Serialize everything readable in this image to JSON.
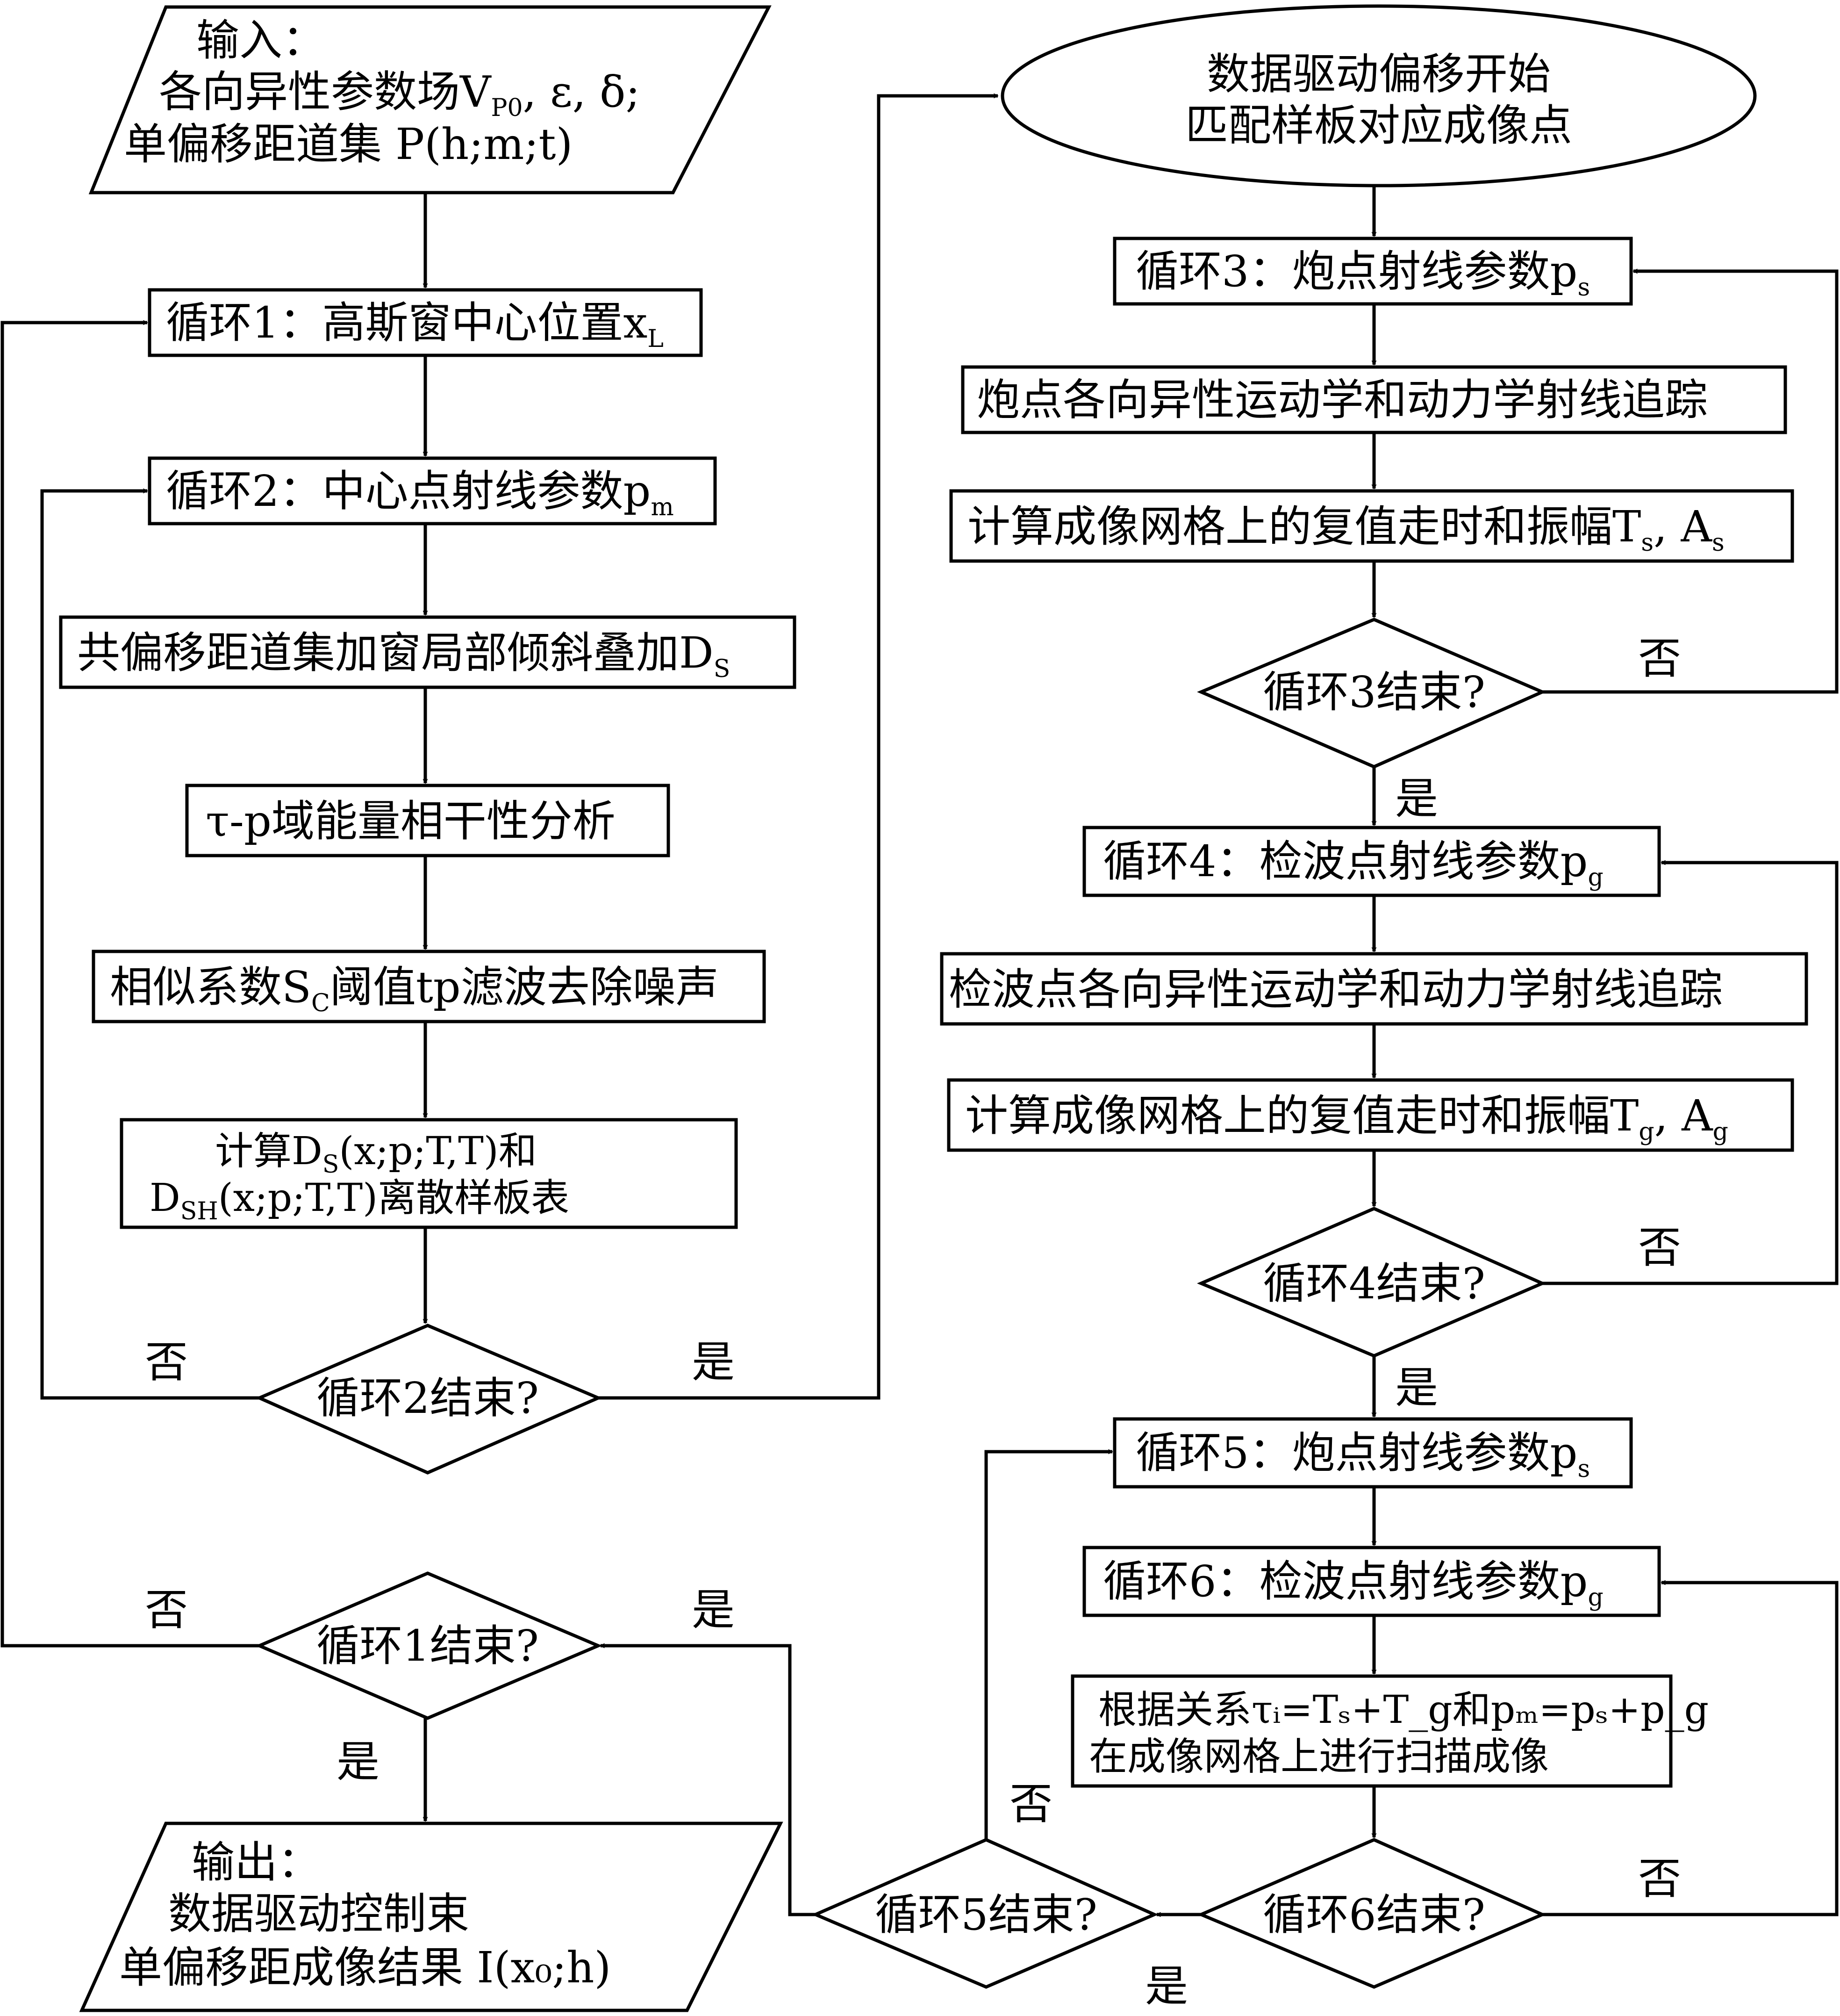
{
  "left": {
    "input": {
      "title": "输入：",
      "line2": "各向异性参数场V",
      "line2_sub": "P0",
      "line2_tail": ", ε, δ;",
      "line3": "单偏移距道集 P(h;m;t)"
    },
    "loop1": {
      "text": "循环1：高斯窗中心位置x",
      "sub": "L"
    },
    "loop2": {
      "text": "循环2：中心点射线参数p",
      "sub": "m"
    },
    "stack": {
      "text": "共偏移距道集加窗局部倾斜叠加D",
      "sub": "S"
    },
    "taup": {
      "text": "τ-p域能量相干性分析"
    },
    "filter": {
      "text": "相似系数S",
      "sub": "C",
      "tail": "阈值tp滤波去除噪声"
    },
    "table": {
      "line1_pre": "计算D",
      "line1_sub": "S",
      "line1_tail": "(x;p;T,T)和",
      "line2_pre": "D",
      "line2_sub": "SH",
      "line2_tail": "(x;p;T,T)离散样板表"
    },
    "dec2": {
      "text": "循环2结束?"
    },
    "dec1": {
      "text": "循环1结束?"
    },
    "output": {
      "title": "输出：",
      "line2": "数据驱动控制束",
      "line3": "单偏移距成像结果 I(x₀;h)"
    }
  },
  "right": {
    "start": {
      "line1": "数据驱动偏移开始",
      "line2": "匹配样板对应成像点"
    },
    "loop3": {
      "text": "循环3：炮点射线参数p",
      "sub": "s"
    },
    "trace_s": {
      "text": "炮点各向异性运动学和动力学射线追踪"
    },
    "calc_s": {
      "text": "计算成像网格上的复值走时和振幅T",
      "sub1": "s",
      "mid": ", A",
      "sub2": "s"
    },
    "dec3": {
      "text": "循环3结束?"
    },
    "loop4": {
      "text": "循环4：检波点射线参数p",
      "sub": "g"
    },
    "trace_g": {
      "text": "检波点各向异性运动学和动力学射线追踪"
    },
    "calc_g": {
      "text": "计算成像网格上的复值走时和振幅T",
      "sub1": "g",
      "mid": ", A",
      "sub2": "g"
    },
    "dec4": {
      "text": "循环4结束?"
    },
    "loop5": {
      "text": "循环5：炮点射线参数p",
      "sub": "s"
    },
    "loop6": {
      "text": "循环6：检波点射线参数p",
      "sub": "g"
    },
    "scan": {
      "line1": "根据关系τᵢ=Tₛ+T_g和pₘ=pₛ+p_g",
      "line2": "在成像网格上进行扫描成像"
    },
    "dec6": {
      "text": "循环6结束?"
    },
    "dec5": {
      "text": "循环5结束?"
    }
  },
  "edge_labels": {
    "yes": "是",
    "no": "否"
  }
}
